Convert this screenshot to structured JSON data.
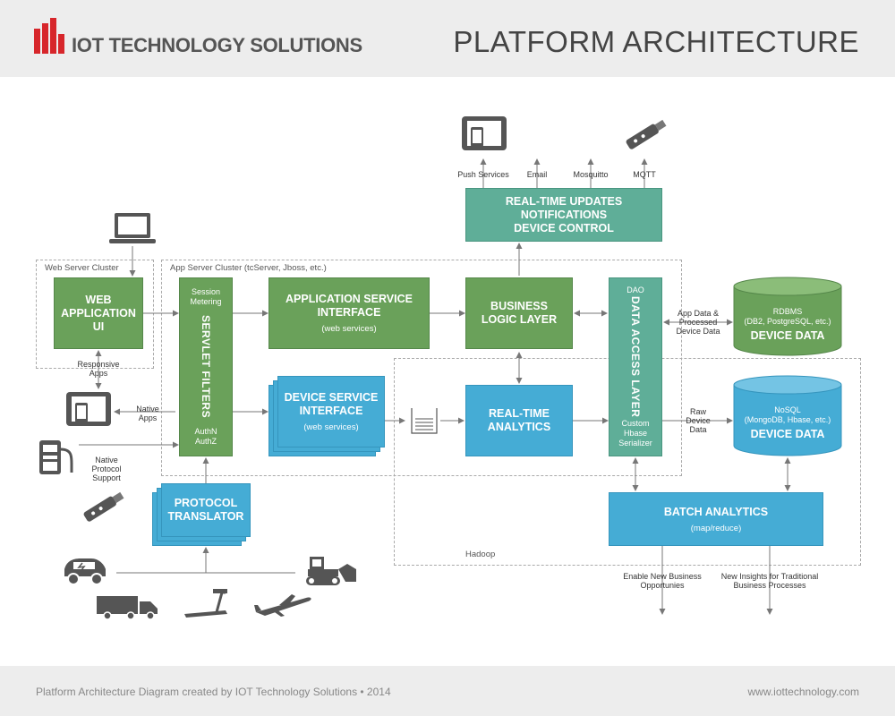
{
  "header": {
    "brand": "IOT TECHNOLOGY SOLUTIONS",
    "title": "PLATFORM ARCHITECTURE"
  },
  "footer": {
    "left": "Platform Architecture Diagram created by IOT Technology Solutions • 2014",
    "right": "www.iottechnology.com"
  },
  "regions": {
    "web": "Web Server Cluster",
    "app": "App Server Cluster (tcServer, Jboss, etc.)",
    "hadoop": "Hadoop"
  },
  "boxes": {
    "web_app": {
      "title": "WEB APPLICATION UI"
    },
    "servlet": {
      "top": "Session Metering",
      "vertical": "SERVLET FILTERS",
      "bottom": "AuthN AuthZ"
    },
    "app_service": {
      "title": "APPLICATION SERVICE INTERFACE",
      "sub": "(web services)"
    },
    "device_service": {
      "title": "DEVICE SERVICE INTERFACE",
      "sub": "(web services)"
    },
    "business": {
      "title": "BUSINESS LOGIC LAYER"
    },
    "realtime_updates": {
      "line1": "REAL-TIME UPDATES",
      "line2": "NOTIFICATIONS",
      "line3": "DEVICE CONTROL"
    },
    "realtime_analytics": {
      "title": "REAL-TIME ANALYTICS"
    },
    "dal": {
      "top": "DAO",
      "vertical": "DATA ACCESS LAYER",
      "bottom": "Custom Hbase Serializer"
    },
    "protocol": {
      "title": "PROTOCOL TRANSLATOR"
    },
    "batch": {
      "title": "BATCH ANALYTICS",
      "sub": "(map/reduce)"
    },
    "rdbms": {
      "name": "RDBMS",
      "detail": "(DB2, PostgreSQL, etc.)",
      "title": "DEVICE DATA"
    },
    "nosql": {
      "name": "NoSQL",
      "detail": "(MongoDB, Hbase, etc.)",
      "title": "DEVICE DATA"
    }
  },
  "labels": {
    "push": "Push Services",
    "email": "Email",
    "mosquitto": "Mosquitto",
    "mqtt": "MQTT",
    "responsive": "Responsive Apps",
    "native_apps": "Native Apps",
    "native_protocol": "Native Protocol Support",
    "app_data": "App Data & Processed Device Data",
    "raw_data": "Raw Device Data",
    "enable": "Enable New Business Opportunies",
    "insights": "New Insights for Traditional Business Processes"
  },
  "colors": {
    "green": "#6aa15a",
    "teal": "#5fae98",
    "blue": "#45acd5",
    "logo_red": "#d7262b"
  },
  "icons": [
    "logo-bars-icon",
    "laptop-icon",
    "tablet-icon",
    "tablet-phone-icon",
    "sensor-device-icon",
    "usb-stick-icon",
    "car-icon",
    "truck-icon",
    "treadmill-icon",
    "airplane-icon",
    "bulldozer-icon",
    "queue-icon"
  ]
}
